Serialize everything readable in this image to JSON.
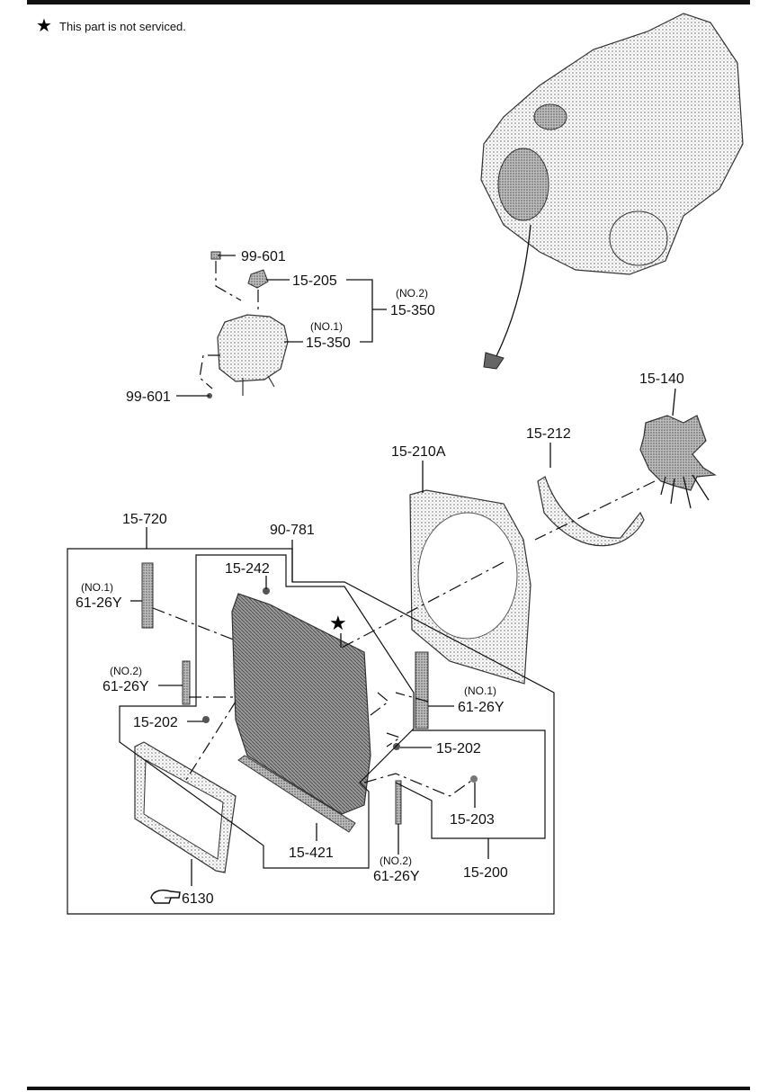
{
  "note": {
    "star": "★",
    "text": "This part is not serviced."
  },
  "labels": {
    "p99_601_top": "99-601",
    "p15_205": "15-205",
    "p15_350_no2_sub": "(NO.2)",
    "p15_350_no2": "15-350",
    "p15_350_no1_sub": "(NO.1)",
    "p15_350_no1": "15-350",
    "p99_601_bottom": "99-601",
    "p15_140": "15-140",
    "p15_212": "15-212",
    "p15_210A": "15-210A",
    "p15_720": "15-720",
    "p90_781": "90-781",
    "p15_242": "15-242",
    "p61_26Y_left_no1_sub": "(NO.1)",
    "p61_26Y_left_no1": "61-26Y",
    "p61_26Y_left_no2_sub": "(NO.2)",
    "p61_26Y_left_no2": "61-26Y",
    "p61_26Y_right_no1_sub": "(NO.1)",
    "p61_26Y_right_no1": "61-26Y",
    "p15_202_left": "15-202",
    "p15_202_right": "15-202",
    "p15_203": "15-203",
    "p15_421": "15-421",
    "p61_26Y_bottom_no2_sub": "(NO.2)",
    "p61_26Y_bottom_no2": "61-26Y",
    "p15_200": "15-200",
    "p6130": "6130"
  },
  "icons": {
    "reference": "pointing-hand-icon",
    "not_serviced": "star-icon"
  },
  "colors": {
    "ink": "#111111",
    "stipple": "#9a9a9a"
  }
}
